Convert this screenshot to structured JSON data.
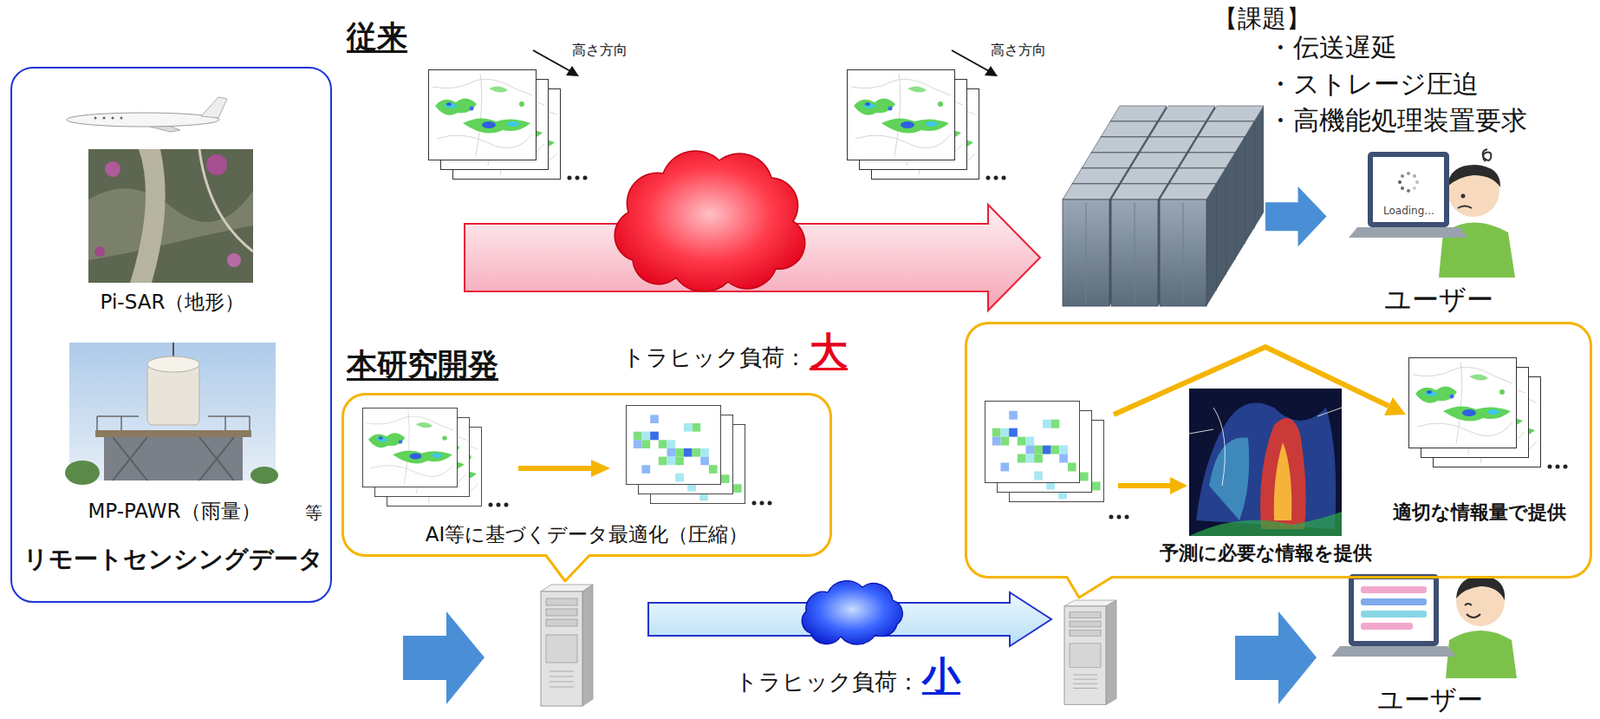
{
  "diagram": {
    "nodes": [
      {
        "text": [
          "リモートセンシングデータ"
        ]
      },
      {
        "text": [
          "Pi-SAR（地形）"
        ],
        "in": 0
      },
      {
        "text": [
          "MP-PAWR（雨量）"
        ],
        "in": 0
      },
      {
        "text": [
          "AI等に基づくデータ最適化（圧縮）"
        ]
      },
      {
        "text": [
          "ユーザー"
        ]
      },
      {
        "text": [
          "予測に必要な情報を提供",
          "適切な情報量で提供"
        ]
      },
      {
        "text": [
          "ユーザー"
        ]
      }
    ],
    "labels": [
      "従来",
      "高さ方向",
      "高さ方向",
      "トラヒック負荷：",
      "大",
      "【課題】",
      "・伝送遅延",
      "・ストレージ圧迫",
      "・高機能処理装置要求",
      "Loading...",
      "本研究開発",
      "等",
      "トラヒック負荷：",
      "小"
    ]
  }
}
